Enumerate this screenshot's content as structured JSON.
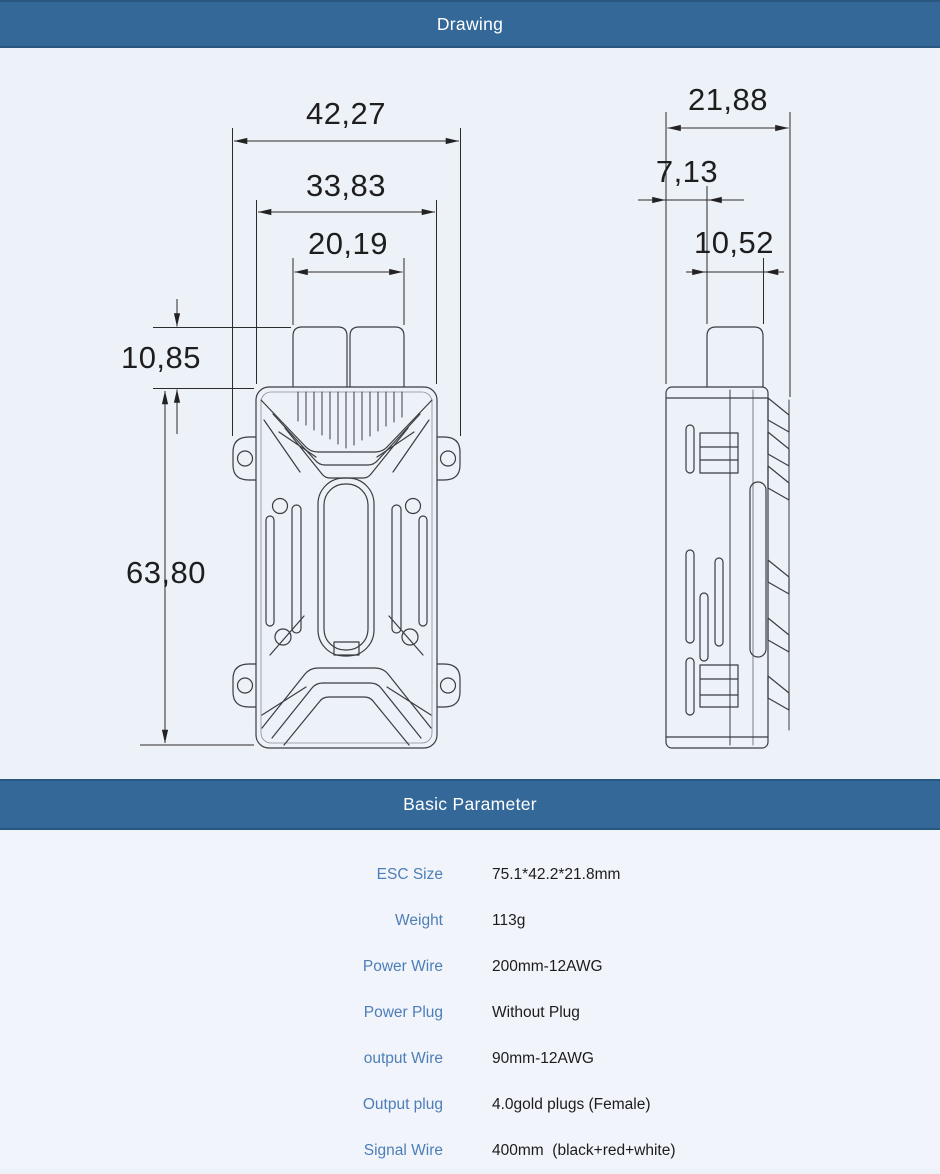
{
  "headers": {
    "drawing": "Drawing",
    "parameters": "Basic Parameter"
  },
  "drawing": {
    "front_view": {
      "total_width": "42,27",
      "body_width": "33,83",
      "connector_width": "20,19",
      "connector_height": "10,85",
      "body_height": "63,80"
    },
    "side_view": {
      "total_depth": "21,88",
      "edge_offset": "7,13",
      "connector_depth": "10,52"
    }
  },
  "parameters": {
    "rows": [
      {
        "label": "ESC Size",
        "value": "75.1*42.2*21.8mm"
      },
      {
        "label": "Weight",
        "value": "113g"
      },
      {
        "label": "Power Wire",
        "value": "200mm-12AWG"
      },
      {
        "label": "Power Plug",
        "value": "Without Plug"
      },
      {
        "label": "output Wire",
        "value": "90mm-12AWG"
      },
      {
        "label": "Output plug",
        "value": "4.0gold plugs (Female)"
      },
      {
        "label": "Signal Wire",
        "value": "400mm  (black+red+white)"
      }
    ]
  },
  "colors": {
    "header_bg": "#336899",
    "header_text": "#ffffff",
    "drawing_bg": "#edf1f8",
    "params_bg": "#f1f4fa",
    "label_blue": "#4d7eb7",
    "value_color": "#1c1c1c",
    "line_color": "#2b2b2b"
  }
}
